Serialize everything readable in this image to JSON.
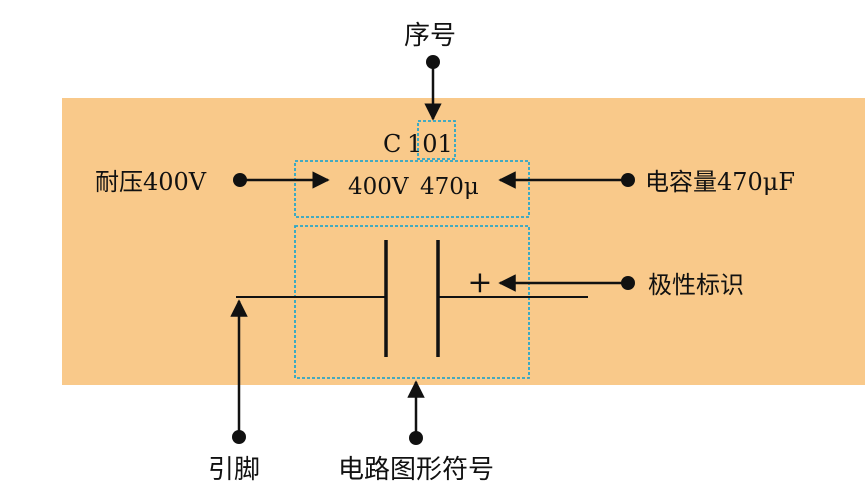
{
  "labels": {
    "serial_number": "序号",
    "voltage_rating": "耐压400V",
    "capacitance": "电容量470μF",
    "polarity_mark": "极性标识",
    "lead": "引脚",
    "circuit_symbol": "电路图形符号"
  },
  "component": {
    "designator_prefix": "C",
    "designator_number": "101",
    "voltage_value": "400V",
    "capacitance_value": "470μ",
    "polarity_symbol": "+"
  },
  "colors": {
    "panel": "#f9c98a",
    "dashed_box": "#2aa6c8",
    "ink": "#111111"
  }
}
